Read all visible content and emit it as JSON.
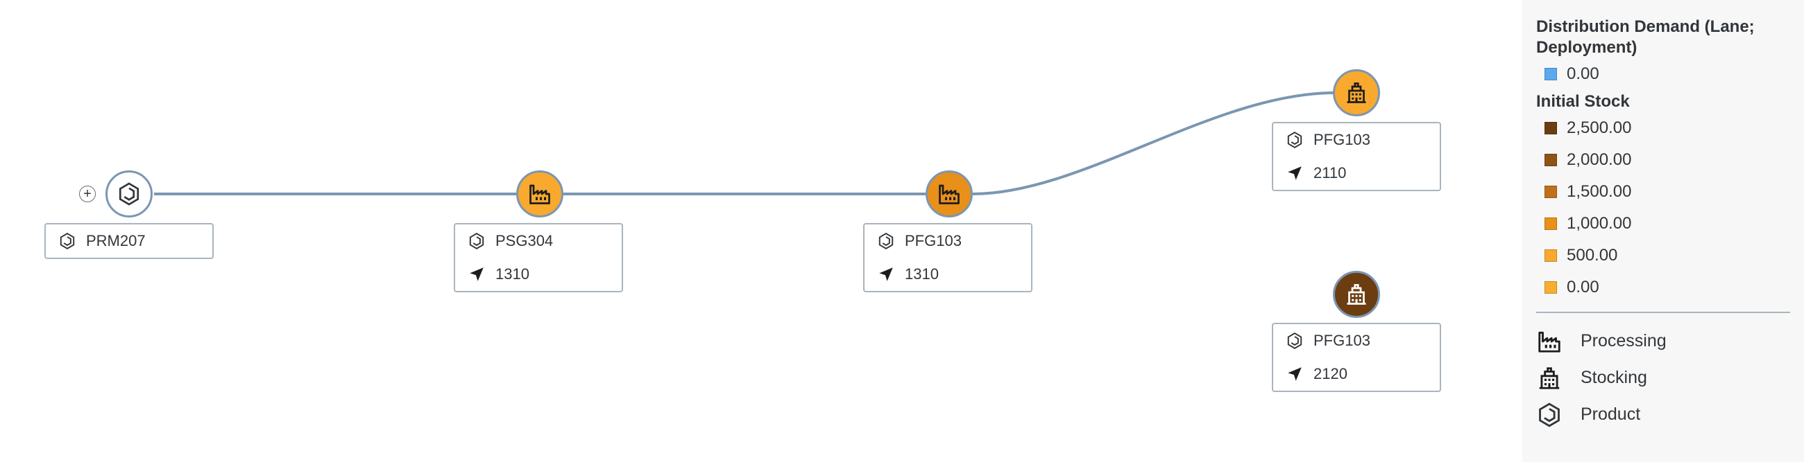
{
  "graph": {
    "nodes": [
      {
        "kind": "product",
        "color": "#ffffff",
        "product": "PRM207",
        "location": ""
      },
      {
        "kind": "processing",
        "color": "#f8a92e",
        "product": "PSG304",
        "location": "1310"
      },
      {
        "kind": "processing",
        "color": "#e8901a",
        "product": "PFG103",
        "location": "1310"
      },
      {
        "kind": "stocking",
        "color": "#f8a92e",
        "product": "PFG103",
        "location": "2110"
      },
      {
        "kind": "stocking",
        "color": "#6b3d10",
        "product": "PFG103",
        "location": "2120"
      }
    ],
    "expand_symbol": "+"
  },
  "legend": {
    "demand_title": "Distribution Demand (Lane; Deployment)",
    "demand_items": [
      {
        "label": "0.00",
        "color": "#5aa9f0"
      }
    ],
    "stock_title": "Initial Stock",
    "stock_items": [
      {
        "label": "2,500.00",
        "color": "#6b3d10"
      },
      {
        "label": "2,000.00",
        "color": "#8f5414"
      },
      {
        "label": "1,500.00",
        "color": "#c0701a"
      },
      {
        "label": "1,000.00",
        "color": "#e8901a"
      },
      {
        "label": "500.00",
        "color": "#f8a92e"
      },
      {
        "label": "0.00",
        "color": "#f8ae2e"
      }
    ],
    "shapes": [
      {
        "label": "Processing",
        "icon": "factory-icon"
      },
      {
        "label": "Stocking",
        "icon": "building-icon"
      },
      {
        "label": "Product",
        "icon": "product-icon"
      }
    ]
  },
  "colors": {
    "link": "#7b96b2",
    "node_border": "#7b96b2",
    "card_border": "#a9b4be",
    "legend_bg": "#f7f7f7"
  }
}
